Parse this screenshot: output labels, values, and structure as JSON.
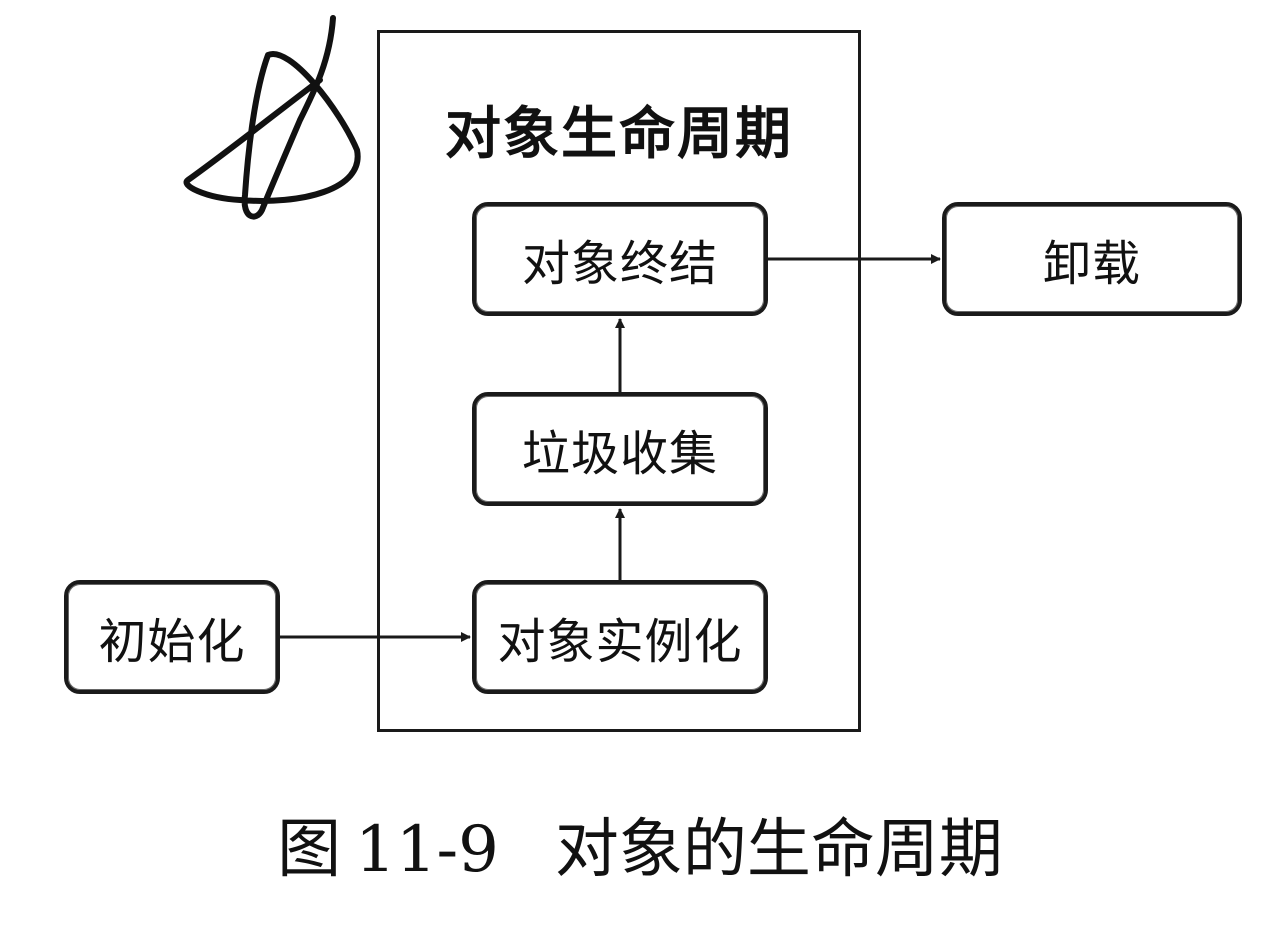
{
  "diagram": {
    "container_title": "对象生命周期",
    "nodes": {
      "finalize": "对象终结",
      "unload": "卸载",
      "gc": "垃圾收集",
      "init": "初始化",
      "instance": "对象实例化"
    },
    "edges": [
      {
        "from": "init",
        "to": "instance"
      },
      {
        "from": "instance",
        "to": "gc"
      },
      {
        "from": "gc",
        "to": "finalize"
      },
      {
        "from": "finalize",
        "to": "unload"
      }
    ]
  },
  "caption": {
    "label": "图",
    "number": "11-9",
    "title": "对象的生命周期"
  },
  "signature": "handwritten-mark",
  "colors": {
    "ink": "#1a1a1a",
    "background": "#ffffff"
  }
}
